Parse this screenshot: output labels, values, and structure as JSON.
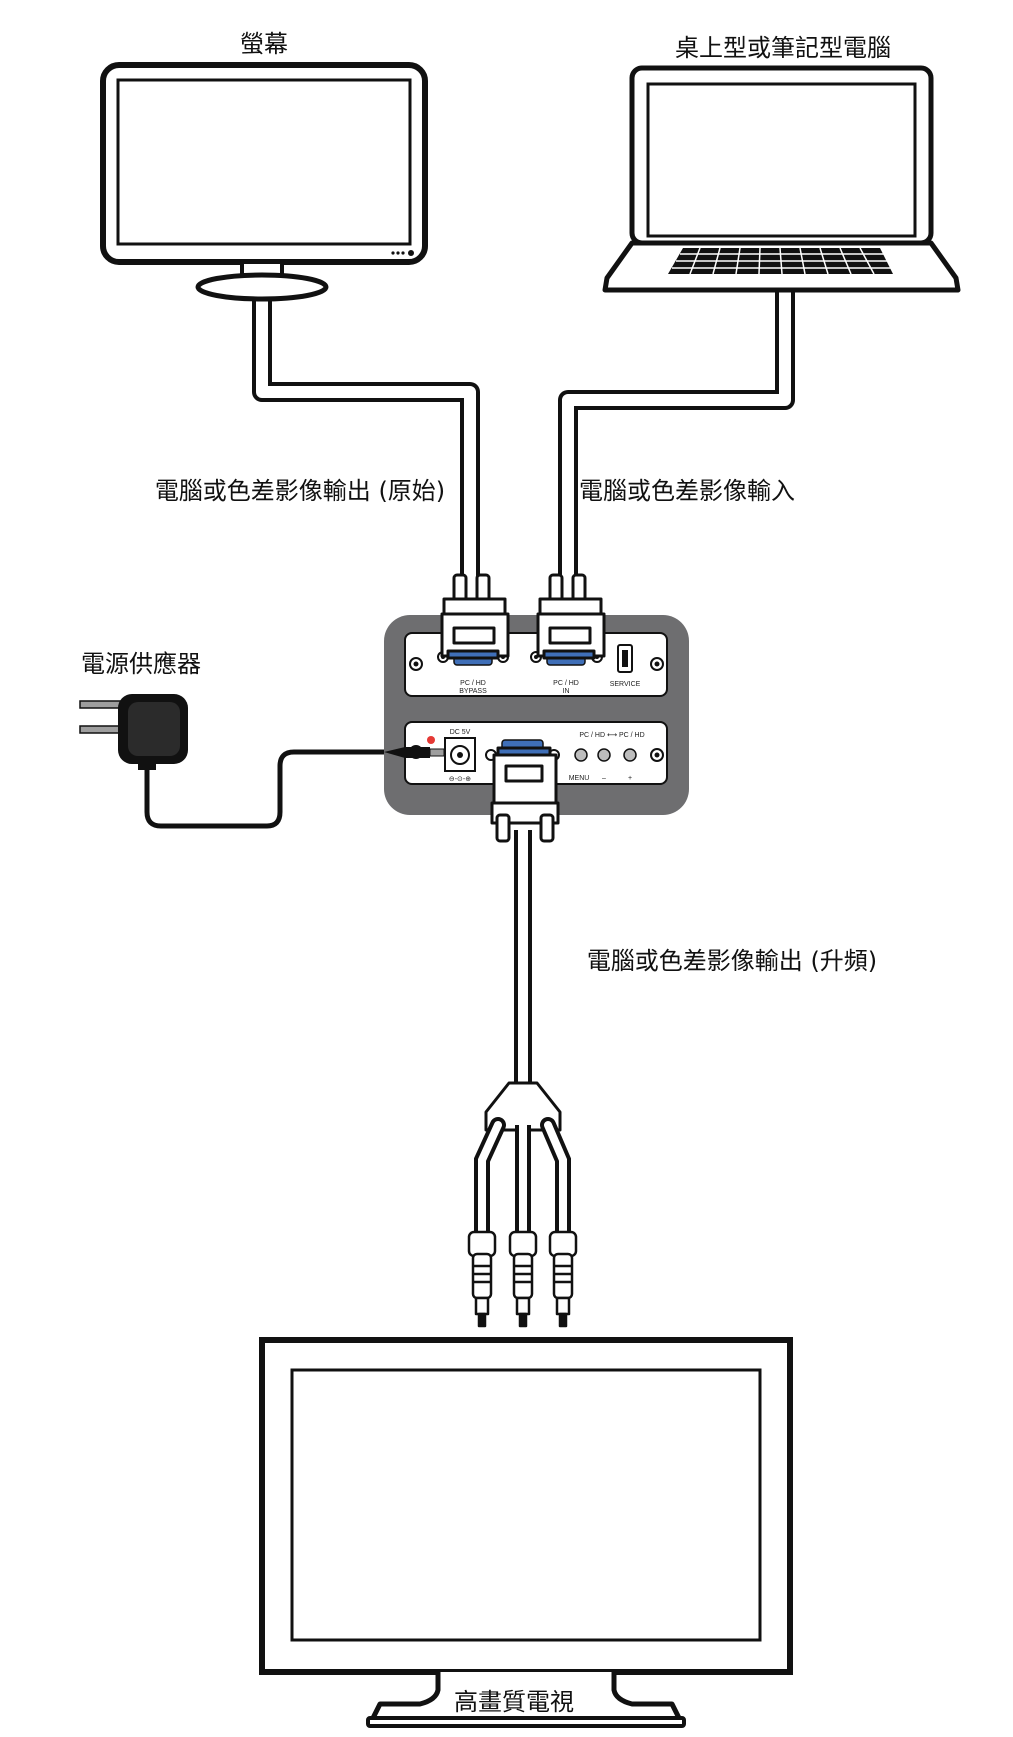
{
  "labels": {
    "monitor": "螢幕",
    "laptop": "桌上型或筆記型電腦",
    "output_original": "電腦或色差影像輸出 (原始)",
    "input": "電腦或色差影像輸入",
    "power_supply": "電源供應器",
    "output_upscaled": "電腦或色差影像輸出 (升頻)",
    "hdtv": "高畫質電視"
  },
  "device": {
    "top_panel": {
      "bypass_port": "PC / HD",
      "bypass_port_sub": "BYPASS",
      "in_port": "PC / HD",
      "in_port_sub": "IN",
      "service": "SERVICE"
    },
    "bottom_panel": {
      "dc": "DC 5V",
      "switch_label": "PC / HD ⟷ PC / HD",
      "menu": "MENU",
      "minus": "–",
      "plus": "+"
    }
  },
  "colors": {
    "device_body": "#6e6e70",
    "cable": "#ffffff",
    "outline": "#111111",
    "vga_blue": "#3f6fb8",
    "led_red": "#e53935"
  }
}
